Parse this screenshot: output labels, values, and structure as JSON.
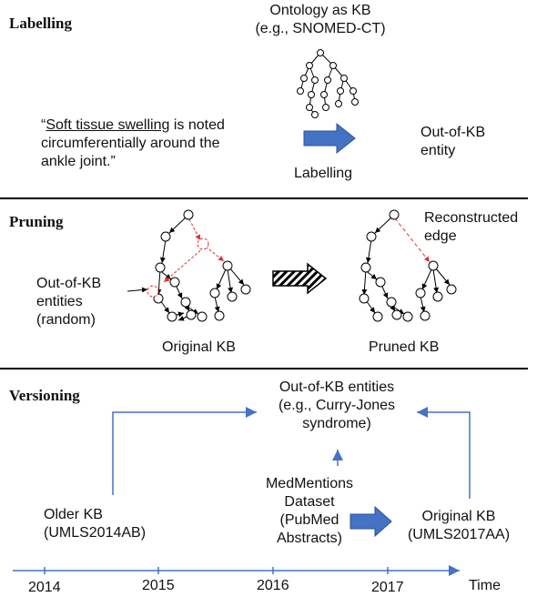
{
  "sections": {
    "labelling": {
      "title": "Labelling",
      "ontology_line1": "Ontology as KB",
      "ontology_line2": "(e.g., SNOMED-CT)",
      "quote_prefix": "“",
      "quote_underlined": "Soft tissue swelling",
      "quote_rest1": " is noted",
      "quote_line2": "circumferentially around the",
      "quote_line3": "ankle joint.”",
      "arrow_label": "Labelling",
      "out_line1": "Out-of-KB",
      "out_line2": "entity"
    },
    "pruning": {
      "title": "Pruning",
      "out_line1": "Out-of-KB",
      "out_line2": "entities",
      "out_line3": "(random)",
      "original_label": "Original KB",
      "reconstructed_line1": "Reconstructed",
      "reconstructed_line2": "edge",
      "pruned_label": "Pruned KB"
    },
    "versioning": {
      "title": "Versioning",
      "out_line1": "Out-of-KB entities",
      "out_line2": "(e.g., Curry-Jones",
      "out_line3": "syndrome)",
      "older_line1": "Older KB",
      "older_line2": "(UMLS2014AB)",
      "med_line1": "MedMentions",
      "med_line2": "Dataset",
      "med_line3": "(PubMed",
      "med_line4": "Abstracts)",
      "orig_line1": "Original KB",
      "orig_line2": "(UMLS2017AA)"
    }
  },
  "timeline": {
    "ticks": [
      "2014",
      "2015",
      "2016",
      "2017"
    ],
    "axis_label": "Time"
  },
  "colors": {
    "blue": "#4472c4",
    "red": "#e03030",
    "line": "#000000"
  }
}
